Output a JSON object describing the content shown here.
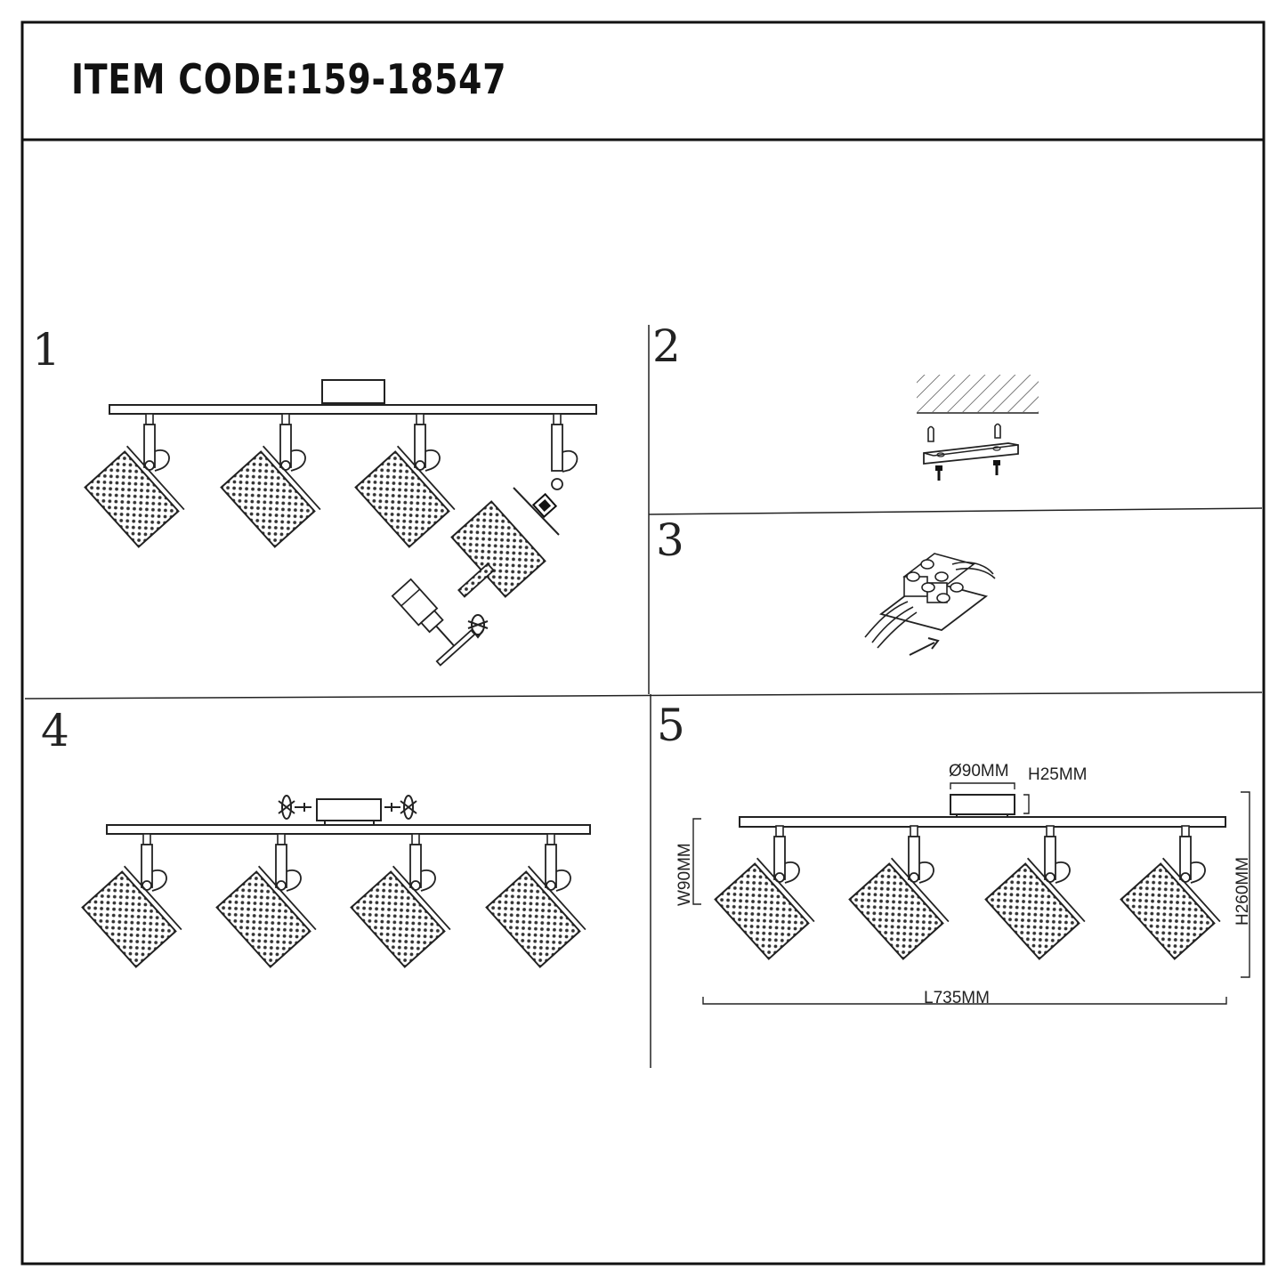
{
  "header": {
    "item_code": "ITEM CODE:159-18547"
  },
  "steps": [
    {
      "number": "1"
    },
    {
      "number": "2"
    },
    {
      "number": "3"
    },
    {
      "number": "4"
    },
    {
      "number": "5"
    }
  ],
  "dimensions": {
    "diameter": "Ø90MM",
    "base_height": "H25MM",
    "width": "W90MM",
    "height": "H260MM",
    "length": "L735MM"
  },
  "colors": {
    "line": "#222222",
    "background": "#ffffff"
  }
}
